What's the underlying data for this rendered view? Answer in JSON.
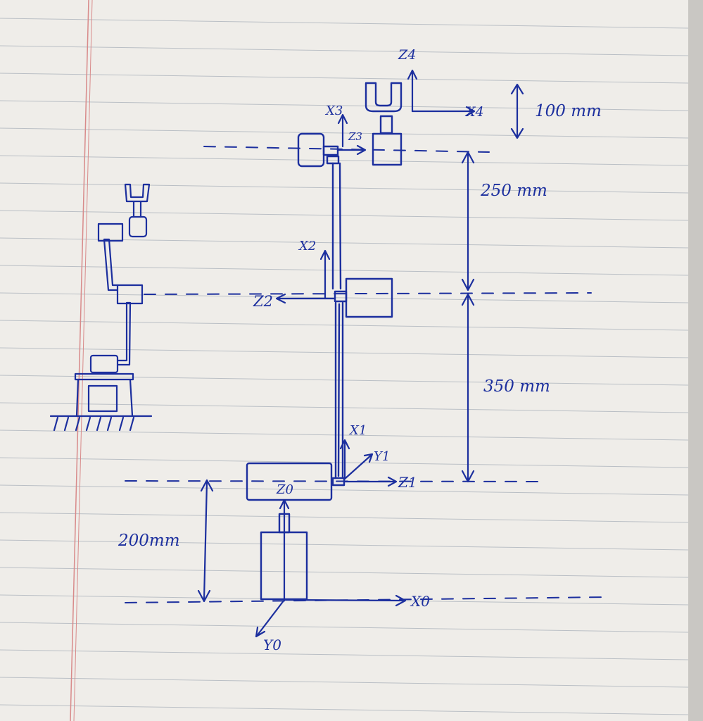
{
  "labels": {
    "z4": "Z4",
    "x4": "X4",
    "x3": "X3",
    "z3": "Z3",
    "x2": "X2",
    "z2": "Z2",
    "x1": "X1",
    "y1": "Y1",
    "z1": "Z1",
    "z0": "Z0",
    "x0": "X0",
    "y0": "Y0"
  },
  "dimensions": {
    "d100": "100 mm",
    "d250": "250 mm",
    "d350": "350 mm",
    "d200": "200mm"
  },
  "colors": {
    "ink": "#1c2f9e",
    "paper": "#efede9",
    "ruling": "#8f9aa8",
    "margin": "#d88a8a"
  }
}
